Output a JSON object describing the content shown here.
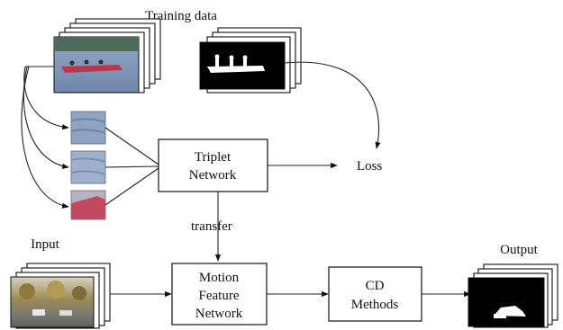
{
  "labels": {
    "training_data": "Training data",
    "input": "Input",
    "output": "Output",
    "loss": "Loss",
    "transfer": "transfer"
  },
  "nodes": {
    "triplet_network": [
      "Triplet",
      "Network"
    ],
    "motion_feature_network": [
      "Motion",
      "Feature",
      "Network"
    ],
    "cd_methods": [
      "CD",
      "Methods"
    ]
  },
  "colors": {
    "water": "#7f95b6",
    "boat": "#c0344a",
    "mask_bg": "#000000",
    "mask_fg": "#ffffff",
    "patch_water": "#8fa3c3",
    "patch_boat": "#c24a60",
    "street_sky": "#c9c7b8",
    "street_tree": "#8a7a45",
    "street_road": "#6b6b6b"
  }
}
